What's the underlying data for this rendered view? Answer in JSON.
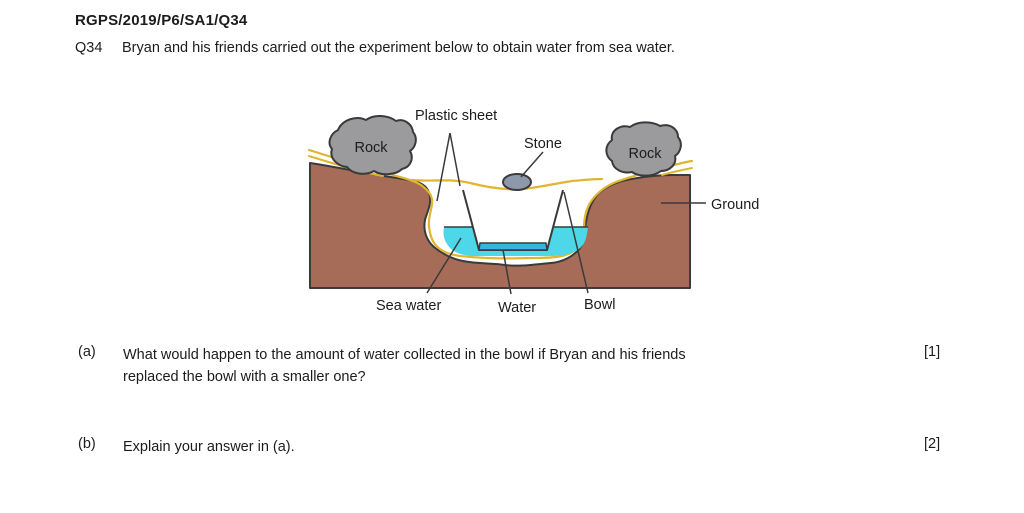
{
  "header": {
    "title": "RGPS/2019/P6/SA1/Q34"
  },
  "question": {
    "number": "Q34",
    "text": "Bryan and his friends carried out the experiment below to obtain water from sea water."
  },
  "diagram": {
    "labels": {
      "plastic_sheet": "Plastic sheet",
      "stone": "Stone",
      "rock_left": "Rock",
      "rock_right": "Rock",
      "ground": "Ground",
      "sea_water": "Sea water",
      "water": "Water",
      "bowl": "Bowl"
    },
    "colors": {
      "ground": "#A76C58",
      "rock": "#9B9B9E",
      "stone": "#8D99AB",
      "sea_water": "#4ED7E8",
      "bowl_water": "#36B5DF",
      "plastic_sheet": "#E0B52F",
      "outline": "#3A3A3A"
    }
  },
  "parts": [
    {
      "label": "(a)",
      "lines": [
        "What would happen to the amount of water collected in the bowl if Bryan and his friends",
        "replaced the bowl with a smaller one?"
      ],
      "marks": "[1]"
    },
    {
      "label": "(b)",
      "lines": [
        "Explain your answer in (a)."
      ],
      "marks": "[2]"
    }
  ]
}
